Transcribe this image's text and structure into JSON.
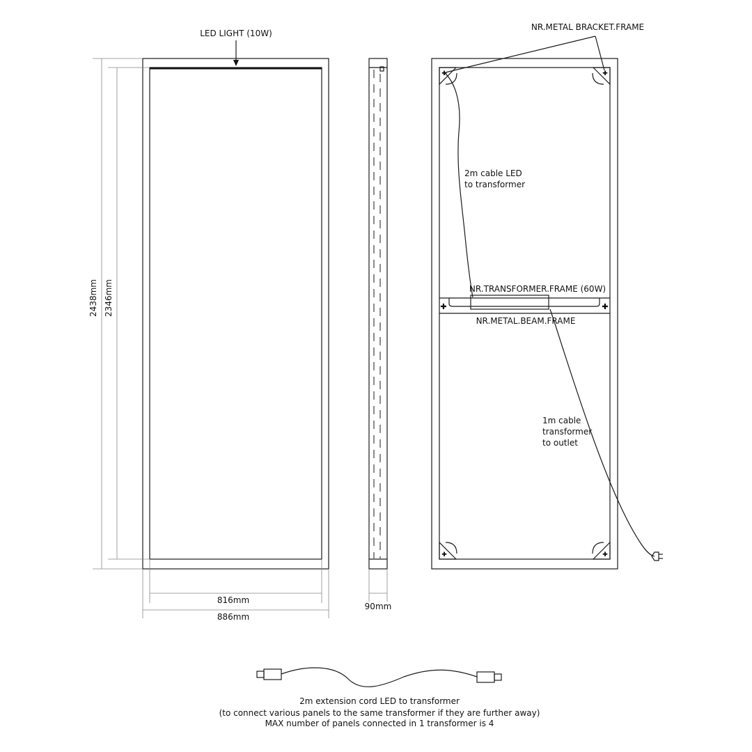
{
  "labels": {
    "led_light": "LED LIGHT (10W)",
    "height_outer": "2438mm",
    "height_inner": "2346mm",
    "width_inner": "816mm",
    "width_outer": "886mm",
    "depth": "90mm",
    "bracket": "NR.METAL BRACKET.FRAME",
    "cable_led_line1": "2m cable LED",
    "cable_led_line2": "to transformer",
    "transformer": "NR.TRANSFORMER.FRAME (60W)",
    "beam": "NR.METAL.BEAM.FRAME",
    "cable_outlet_line1": "1m cable",
    "cable_outlet_line2": "transformer",
    "cable_outlet_line3": "to outlet"
  },
  "notes": {
    "line1": "2m extension cord LED to transformer",
    "line2": "(to connect various panels to the same transformer if they are further away)",
    "line3": "MAX number of panels connected in 1 transformer is 4"
  }
}
